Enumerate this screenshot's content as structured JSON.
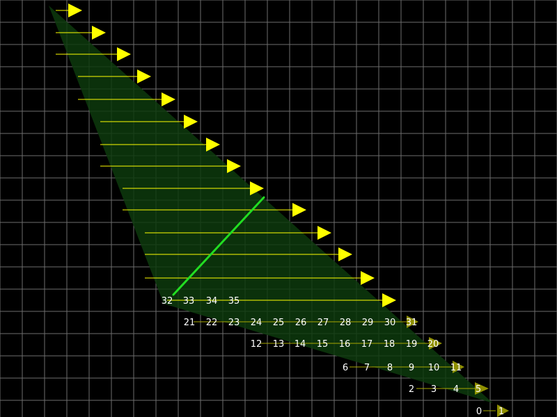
{
  "colors": {
    "background": "#000000",
    "grid": "#6e6e6e",
    "fill": "#0d3a0d",
    "arrow": "#ffff00",
    "arrow_dim": "#a8a800",
    "segment": "#22dd22",
    "text": "#ffffff"
  },
  "labels": [
    "0",
    "1",
    "2",
    "3",
    "4",
    "5",
    "6",
    "7",
    "8",
    "9",
    "10",
    "11",
    "12",
    "13",
    "14",
    "15",
    "16",
    "17",
    "18",
    "19",
    "20",
    "21",
    "22",
    "23",
    "24",
    "25",
    "26",
    "27",
    "28",
    "29",
    "30",
    "31",
    "32",
    "33",
    "34",
    "35"
  ]
}
